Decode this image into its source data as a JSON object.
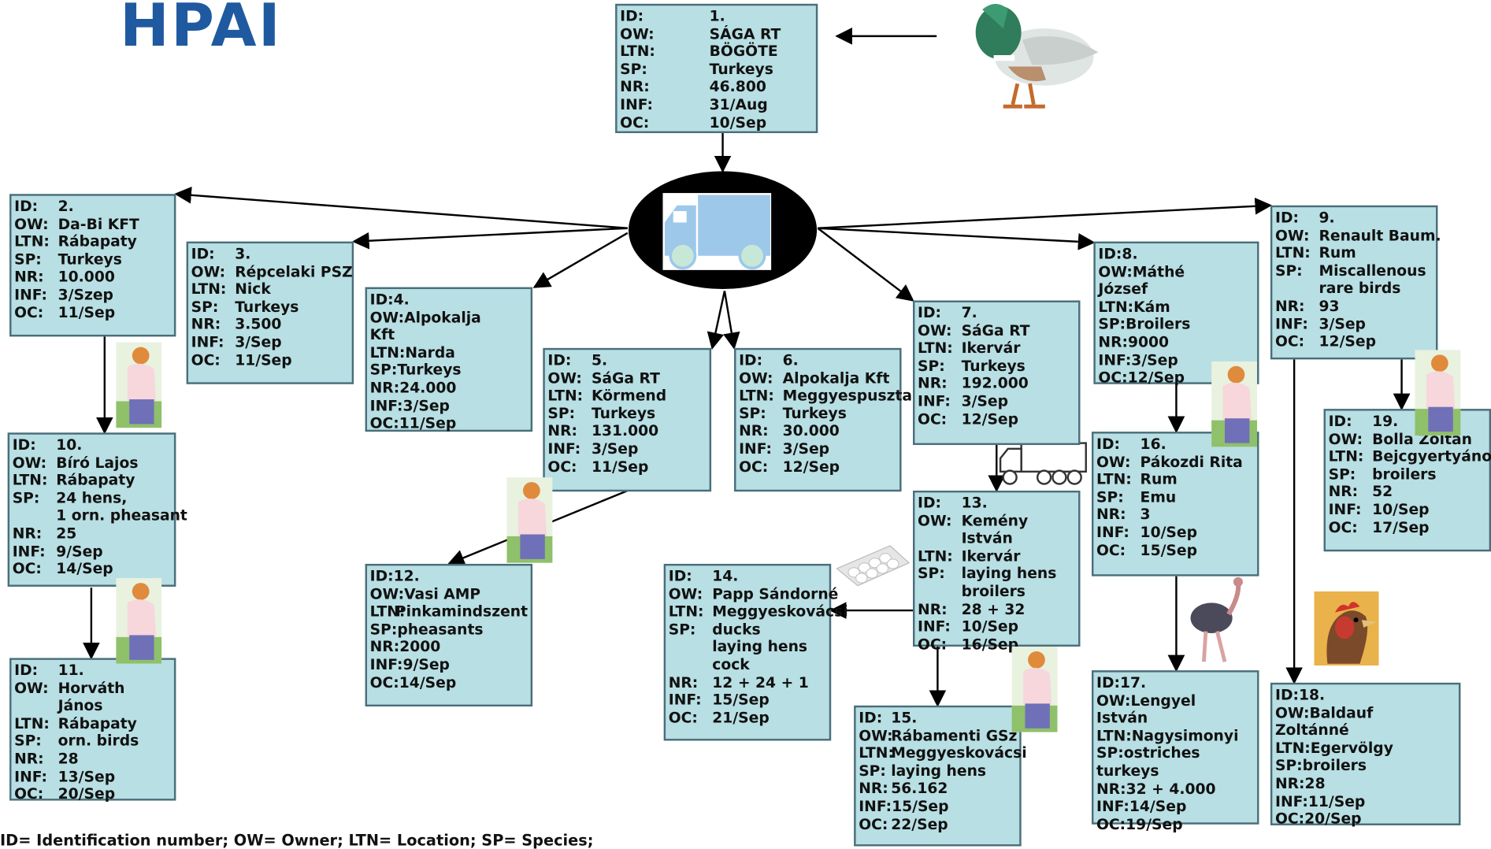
{
  "title": "HPAI",
  "legend": "ID= Identification number; OW= Owner; LTN= Location; SP= Species;",
  "colors": {
    "box_fill": "#b8dfe3",
    "box_border": "#4a6e7a",
    "title": "#1f5aa0",
    "hub": "#000000",
    "truck": "#9dc8ea"
  },
  "icons": {
    "hub": "truck-icon",
    "source": "mallard-duck-icon",
    "farmer": "farmer-icon",
    "lorry": "lorry-icon",
    "eggs": "egg-carton-icon",
    "ostrich": "ostrich-icon",
    "rooster": "rooster-icon"
  },
  "farms": [
    {
      "id": "1",
      "rows": [
        [
          "ID:",
          "1."
        ],
        [
          "OW:",
          "SÁGA RT"
        ],
        [
          "LTN:",
          "BÖGÖTE"
        ],
        [
          "SP:",
          "Turkeys"
        ],
        [
          "NR:",
          "46.800"
        ],
        [
          "INF:",
          "31/Aug"
        ],
        [
          "OC:",
          "10/Sep"
        ]
      ]
    },
    {
      "id": "2",
      "rows": [
        [
          "ID:",
          "2."
        ],
        [
          "OW:",
          "Da-Bi KFT"
        ],
        [
          "LTN:",
          "Rábapaty"
        ],
        [
          "SP:",
          "Turkeys"
        ],
        [
          "NR:",
          "10.000"
        ],
        [
          "INF:",
          "3/Szep"
        ],
        [
          "OC:",
          "11/Sep"
        ]
      ]
    },
    {
      "id": "3",
      "rows": [
        [
          "ID:",
          "3."
        ],
        [
          "OW:",
          "Répcelaki PSZ"
        ],
        [
          "LTN:",
          "Nick"
        ],
        [
          "SP:",
          "Turkeys"
        ],
        [
          "NR:",
          "3.500"
        ],
        [
          "INF:",
          "3/Sep"
        ],
        [
          "OC:",
          "11/Sep"
        ]
      ]
    },
    {
      "id": "4",
      "rows": [
        [
          "ID:",
          "4."
        ],
        [
          "OW:",
          "Alpokalja"
        ],
        [
          "",
          "Kft"
        ],
        [
          "LTN:",
          "Narda"
        ],
        [
          "SP:",
          "Turkeys"
        ],
        [
          "NR:",
          "24.000"
        ],
        [
          "INF:",
          "3/Sep"
        ],
        [
          "OC:",
          "11/Sep"
        ]
      ]
    },
    {
      "id": "5",
      "rows": [
        [
          "ID:",
          "5."
        ],
        [
          "OW:",
          "SáGa RT"
        ],
        [
          "LTN:",
          "Körmend"
        ],
        [
          "SP:",
          "Turkeys"
        ],
        [
          "NR:",
          "131.000"
        ],
        [
          "INF:",
          "3/Sep"
        ],
        [
          "OC:",
          "11/Sep"
        ]
      ]
    },
    {
      "id": "6",
      "rows": [
        [
          "ID:",
          "6."
        ],
        [
          "OW:",
          "Alpokalja Kft"
        ],
        [
          "LTN:",
          "Meggyespuszta"
        ],
        [
          "SP:",
          "Turkeys"
        ],
        [
          "NR:",
          "30.000"
        ],
        [
          "INF:",
          "3/Sep"
        ],
        [
          "OC:",
          "12/Sep"
        ]
      ]
    },
    {
      "id": "7",
      "rows": [
        [
          "ID:",
          "7."
        ],
        [
          "OW:",
          "SáGa RT"
        ],
        [
          "LTN:",
          "Ikervár"
        ],
        [
          "SP:",
          "Turkeys"
        ],
        [
          "NR:",
          "192.000"
        ],
        [
          "INF:",
          "3/Sep"
        ],
        [
          "OC:",
          "12/Sep"
        ]
      ]
    },
    {
      "id": "8",
      "rows": [
        [
          "ID:",
          "8."
        ],
        [
          "OW:",
          "Máthé"
        ],
        [
          "",
          "József"
        ],
        [
          "LTN:",
          "Kám"
        ],
        [
          "SP:",
          "Broilers"
        ],
        [
          "NR:",
          "9000"
        ],
        [
          "INF:",
          "3/Sep"
        ],
        [
          "OC:",
          "12/Sep"
        ]
      ]
    },
    {
      "id": "9",
      "rows": [
        [
          "ID:",
          "9."
        ],
        [
          "OW:",
          "Renault Baum."
        ],
        [
          "LTN:",
          "Rum"
        ],
        [
          "SP:",
          "Miscallenous"
        ],
        [
          "",
          "rare birds"
        ],
        [
          "NR:",
          "93"
        ],
        [
          "INF:",
          "3/Sep"
        ],
        [
          "OC:",
          "12/Sep"
        ]
      ]
    },
    {
      "id": "10",
      "rows": [
        [
          "ID:",
          "10."
        ],
        [
          "OW:",
          "Bíró Lajos"
        ],
        [
          "LTN:",
          "Rábapaty"
        ],
        [
          "SP:",
          "24 hens,"
        ],
        [
          "",
          "1 orn. pheasant"
        ],
        [
          "NR:",
          "25"
        ],
        [
          "INF:",
          "9/Sep"
        ],
        [
          "OC:",
          "14/Sep"
        ]
      ]
    },
    {
      "id": "11",
      "rows": [
        [
          "ID:",
          "11."
        ],
        [
          "OW:",
          "Horváth"
        ],
        [
          "",
          "János"
        ],
        [
          "LTN:",
          "Rábapaty"
        ],
        [
          "SP:",
          "orn. birds"
        ],
        [
          "NR:",
          "28"
        ],
        [
          "INF:",
          "13/Sep"
        ],
        [
          "OC:",
          "20/Sep"
        ]
      ]
    },
    {
      "id": "12",
      "rows": [
        [
          "ID:",
          "12."
        ],
        [
          "OW:",
          "Vasi AMP"
        ],
        [
          "LTN:",
          "Pinkamindszent"
        ],
        [
          "SP:",
          "pheasants"
        ],
        [
          "NR:",
          "2000"
        ],
        [
          "INF:",
          "9/Sep"
        ],
        [
          "OC:",
          "14/Sep"
        ]
      ]
    },
    {
      "id": "13",
      "rows": [
        [
          "ID:",
          "13."
        ],
        [
          "OW:",
          "Kemény"
        ],
        [
          "",
          "István"
        ],
        [
          "LTN:",
          "Ikervár"
        ],
        [
          "SP:",
          "laying hens"
        ],
        [
          "",
          "broilers"
        ],
        [
          "NR:",
          "28 + 32"
        ],
        [
          "INF:",
          "10/Sep"
        ],
        [
          "OC:",
          "16/Sep"
        ]
      ]
    },
    {
      "id": "14",
      "rows": [
        [
          "ID:",
          "14."
        ],
        [
          "OW:",
          "Papp Sándorné"
        ],
        [
          "LTN:",
          "Meggyeskovácsi"
        ],
        [
          "SP:",
          "ducks"
        ],
        [
          "",
          "laying hens"
        ],
        [
          "",
          "cock"
        ],
        [
          "NR:",
          "12 + 24 + 1"
        ],
        [
          "INF:",
          "15/Sep"
        ],
        [
          "OC:",
          "21/Sep"
        ]
      ]
    },
    {
      "id": "15",
      "rows": [
        [
          "ID:",
          "15."
        ],
        [
          "OW:",
          "Rábamenti GSz"
        ],
        [
          "LTN:",
          "Meggyeskovácsi"
        ],
        [
          "SP:",
          "laying hens"
        ],
        [
          "NR:",
          "56.162"
        ],
        [
          "INF:",
          "15/Sep"
        ],
        [
          "OC:",
          "22/Sep"
        ]
      ]
    },
    {
      "id": "16",
      "rows": [
        [
          "ID:",
          "16."
        ],
        [
          "OW:",
          "Pákozdi Rita"
        ],
        [
          "LTN:",
          "Rum"
        ],
        [
          "SP:",
          "Emu"
        ],
        [
          "NR:",
          "3"
        ],
        [
          "INF:",
          "10/Sep"
        ],
        [
          "OC:",
          "15/Sep"
        ]
      ]
    },
    {
      "id": "17",
      "rows": [
        [
          "ID:",
          "17."
        ],
        [
          "OW:",
          "Lengyel"
        ],
        [
          "",
          "István"
        ],
        [
          "LTN:",
          "Nagysimonyi"
        ],
        [
          "SP:",
          "ostriches"
        ],
        [
          "",
          "turkeys"
        ],
        [
          "NR:",
          "32 + 4.000"
        ],
        [
          "INF:",
          "14/Sep"
        ],
        [
          "OC:",
          "19/Sep"
        ]
      ]
    },
    {
      "id": "18",
      "rows": [
        [
          "ID:",
          "18."
        ],
        [
          "OW:",
          "Baldauf"
        ],
        [
          "",
          "Zoltánné"
        ],
        [
          "LTN:",
          "Egervölgy"
        ],
        [
          "SP:",
          "broilers"
        ],
        [
          "NR:",
          "28"
        ],
        [
          "INF:",
          "11/Sep"
        ],
        [
          "OC:",
          "20/Sep"
        ]
      ]
    },
    {
      "id": "19",
      "rows": [
        [
          "ID:",
          "19."
        ],
        [
          "OW:",
          "Bolla Zoltán"
        ],
        [
          "LTN:",
          "Bejcgyertyános"
        ],
        [
          "SP:",
          "broilers"
        ],
        [
          "NR:",
          "52"
        ],
        [
          "INF:",
          "10/Sep"
        ],
        [
          "OC:",
          "17/Sep"
        ]
      ]
    }
  ],
  "links": [
    [
      "1",
      "hub"
    ],
    [
      "hub",
      "2"
    ],
    [
      "hub",
      "3"
    ],
    [
      "hub",
      "4"
    ],
    [
      "hub",
      "5"
    ],
    [
      "hub",
      "6"
    ],
    [
      "hub",
      "7"
    ],
    [
      "hub",
      "8"
    ],
    [
      "hub",
      "9"
    ],
    [
      "2",
      "10"
    ],
    [
      "10",
      "11"
    ],
    [
      "5",
      "12"
    ],
    [
      "7",
      "13"
    ],
    [
      "13",
      "14"
    ],
    [
      "13",
      "15"
    ],
    [
      "8",
      "16"
    ],
    [
      "16",
      "17"
    ],
    [
      "9",
      "18"
    ],
    [
      "9",
      "19"
    ]
  ]
}
